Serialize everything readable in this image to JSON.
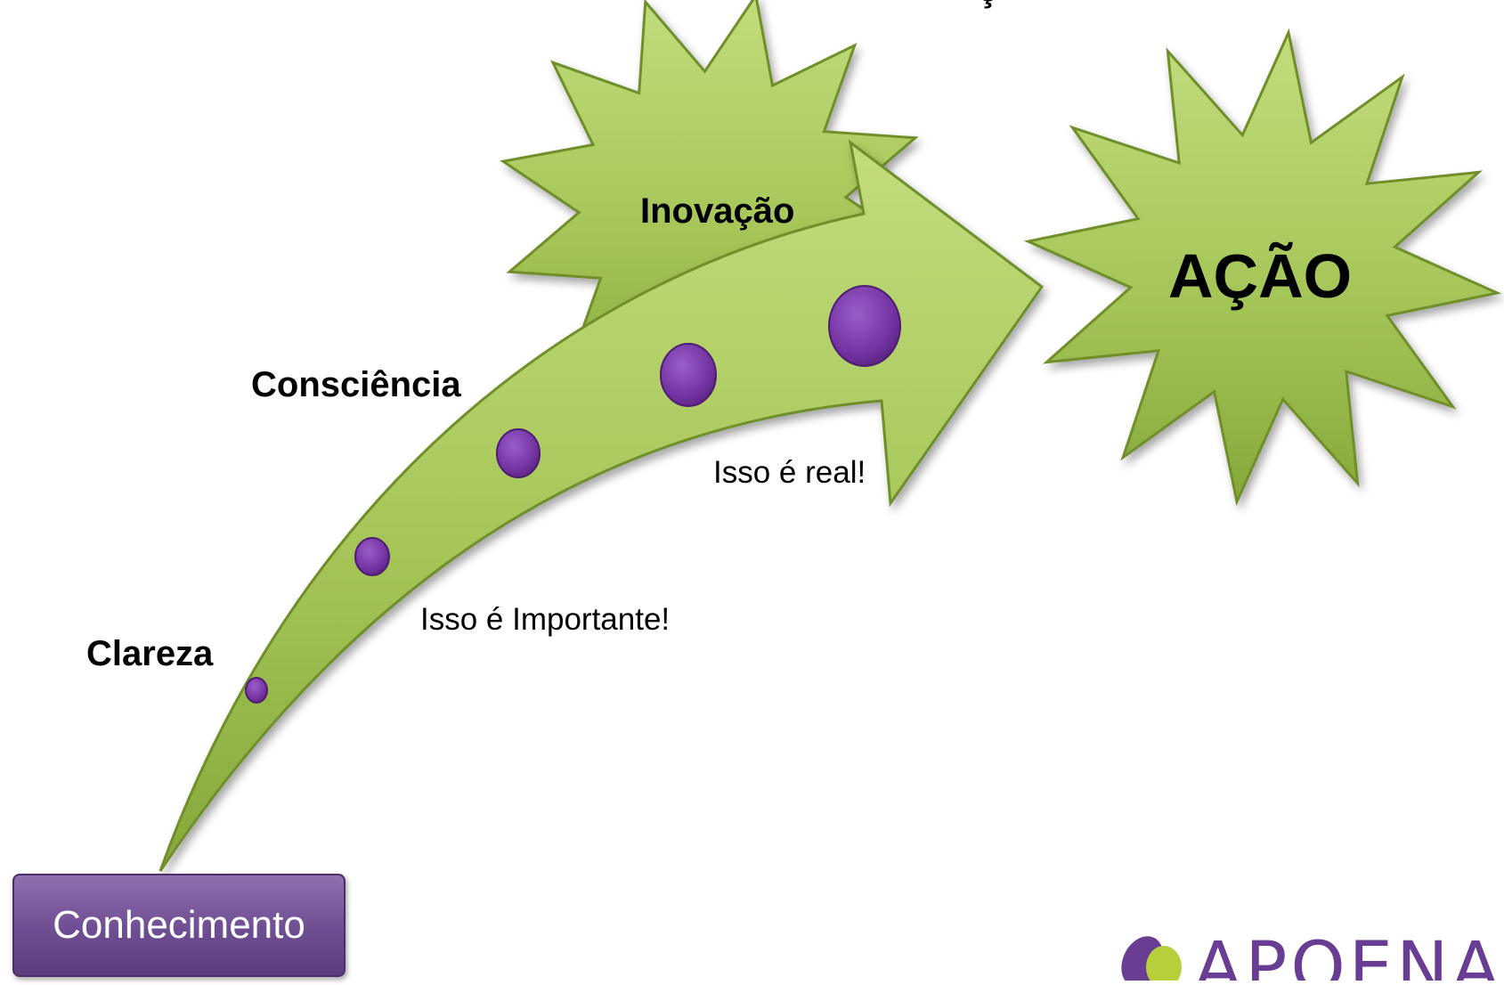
{
  "labels": {
    "clareza": "Clareza",
    "consciencia": "Consciência",
    "inovacao": "Inovação",
    "acao": "AÇÃO",
    "importante": "Isso é Importante!",
    "real": "Isso é real!",
    "top_cut": "ç"
  },
  "start_button": "Conhecimento",
  "logo": {
    "text": "APOENA"
  },
  "colors": {
    "green": "#a9c85e",
    "green_dark": "#6f8f2c",
    "purple": "#7b3fa6",
    "button": "#6e4e92"
  }
}
